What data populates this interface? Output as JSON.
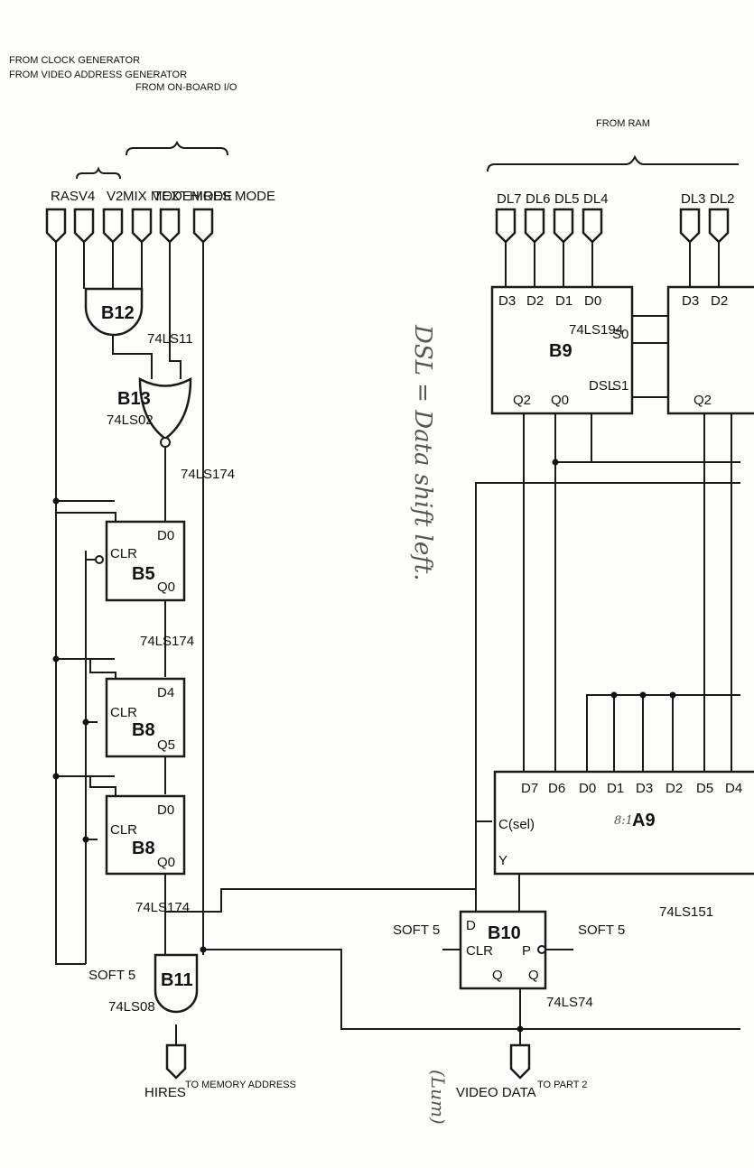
{
  "sources": {
    "clock_gen": "FROM CLOCK GENERATOR",
    "video_addr": "FROM VIDEO ADDRESS GENERATOR",
    "onboard_io": "FROM ON-BOARD I/O",
    "ram": "FROM RAM"
  },
  "inputs": {
    "ras": "RAS",
    "v4": "V4",
    "v2": "V2",
    "mix_mode": "MIX MODE",
    "text_mode": "TEXT MODE",
    "hires_mode": "HIRES MODE"
  },
  "ram_lines": [
    "DL7",
    "DL6",
    "DL5",
    "DL4",
    "DL3",
    "DL2"
  ],
  "chips": {
    "b12": {
      "name": "B12",
      "type": "74LS11"
    },
    "b13": {
      "name": "B13",
      "type": "74LS02"
    },
    "b5": {
      "name": "B5",
      "type": "74LS174"
    },
    "b8a": {
      "name": "B8",
      "type": "74LS174"
    },
    "b8b": {
      "name": "B8",
      "type": "74LS174"
    },
    "b11": {
      "name": "B11",
      "type": "74LS08"
    },
    "b9": {
      "name": "B9",
      "type": "74LS194"
    },
    "a9": {
      "name": "A9",
      "type": "74LS151",
      "note": "8:1"
    },
    "b10": {
      "name": "B10",
      "type": "74LS74"
    }
  },
  "pins": {
    "clr": "CLR",
    "d0": "D0",
    "d1": "D1",
    "d2": "D2",
    "d3": "D3",
    "d4": "D4",
    "d5": "D5",
    "d6": "D6",
    "d7": "D7",
    "q0": "Q0",
    "q2": "Q2",
    "q5": "Q5",
    "s0": "S0",
    "s1": "S1",
    "dsl": "DSL",
    "d": "D",
    "q": "Q",
    "qbar": "Q",
    "p": "P",
    "csel": "C(sel)",
    "y": "Y"
  },
  "outputs": {
    "soft5": "SOFT 5",
    "hires": "HIRES",
    "to_mem": "TO MEMORY ADDRESS",
    "video_data": "VIDEO DATA",
    "to_part2": "TO PART 2"
  },
  "notes": {
    "dsl": "DSL = Data shift left.",
    "lum": "(Lum)"
  }
}
